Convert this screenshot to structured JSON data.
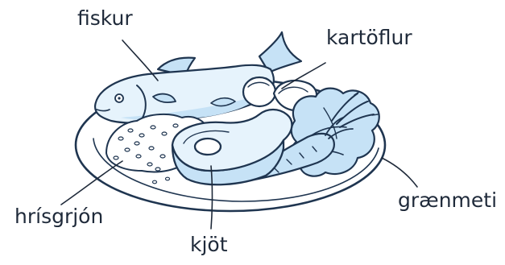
{
  "labels": {
    "fish": "fiskur",
    "potatoes": "kartöflur",
    "rice": "hrísgrjón",
    "vegetables": "grænmeti",
    "meat": "kjöt"
  },
  "colors": {
    "outline": "#1f3550",
    "food_fill": "#c6e2f6",
    "food_fill_light": "#e6f3fc",
    "plate": "#ffffff",
    "label_text": "#1f2a3a"
  }
}
